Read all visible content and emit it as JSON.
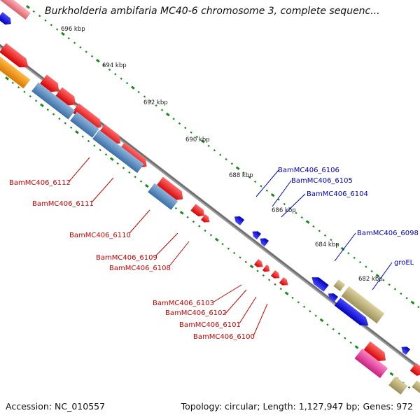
{
  "title": "Burkholderia ambifaria MC40-6 chromosome 3, complete sequenc...",
  "footer": {
    "accession": "Accession: NC_010557",
    "summary": "Topology: circular; Length: 1,127,947 bp; Genes: 972"
  },
  "colors": {
    "forward": "#ff0000",
    "reverse": "#0000ee",
    "rna": "#4f86bd",
    "orange": "#f2900a",
    "pink": "#e63fa0",
    "olive": "#bdb27a",
    "salmon": "#f0808a",
    "backbone": "#7a7a7a",
    "ticks": "#1a8a1a",
    "label_red": "#cc0000",
    "label_blue": "#0000cc"
  },
  "scale_ticks": [
    "696 kbp",
    "694 kbp",
    "692 kbp",
    "690 kbp",
    "688 kbp",
    "686 kbp",
    "684 kbp",
    "682 kbp"
  ],
  "gene_labels_left": [
    "BamMC406_6112",
    "BamMC406_6111",
    "BamMC406_6110",
    "BamMC406_6109",
    "BamMC406_6108",
    "BamMC406_6103",
    "BamMC406_6102",
    "BamMC406_6101",
    "BamMC406_6100"
  ],
  "gene_labels_right": [
    "BamMC406_6106",
    "BamMC406_6105",
    "BamMC406_6104",
    "BamMC406_6098",
    "groEL"
  ]
}
